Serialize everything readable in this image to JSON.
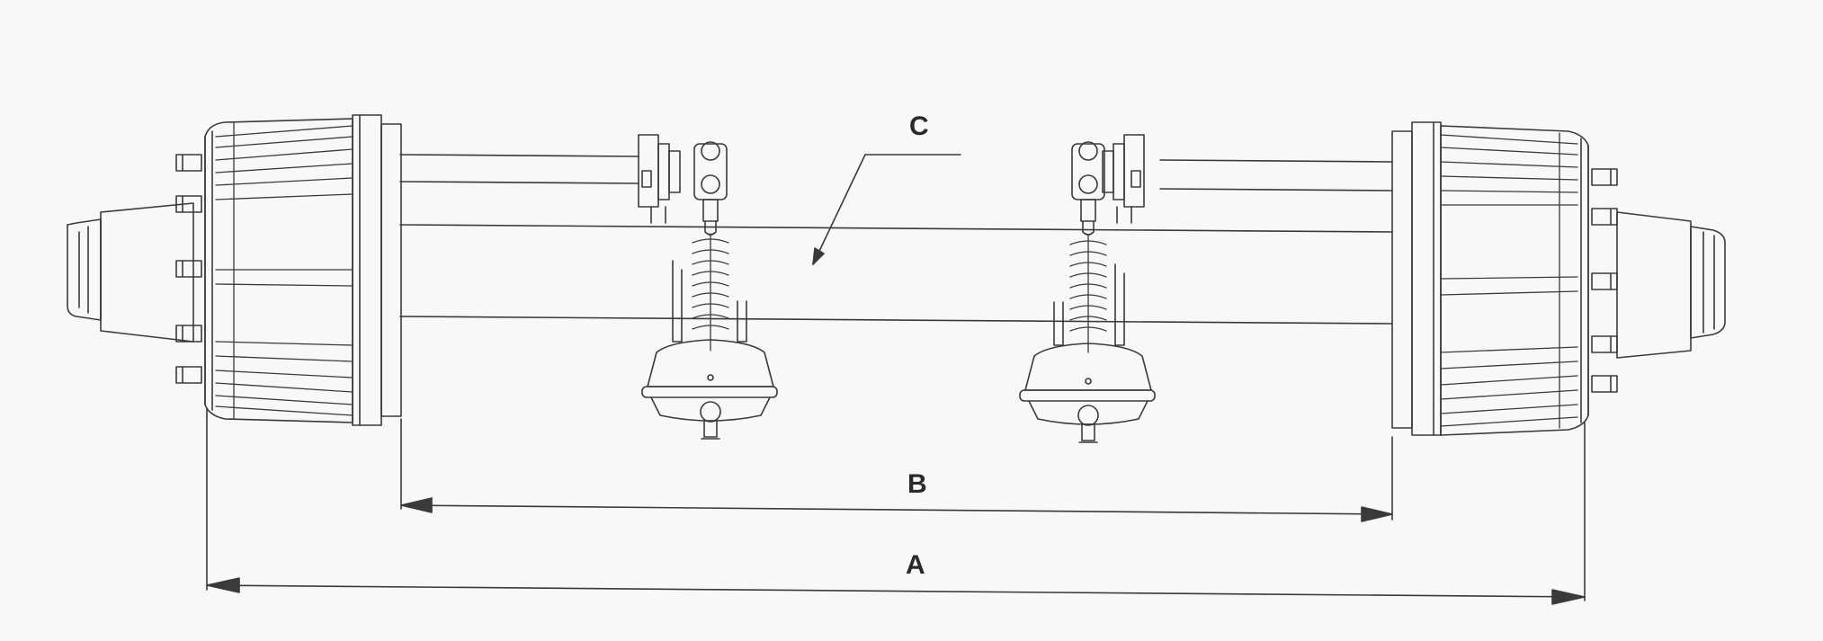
{
  "diagram": {
    "labels": {
      "c": "C",
      "b": "B",
      "a": "A"
    },
    "colors": {
      "background": "#f8f8f8",
      "line": "#3a3a3a"
    }
  }
}
